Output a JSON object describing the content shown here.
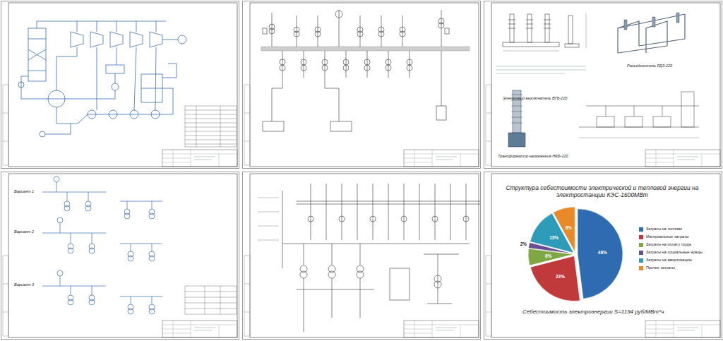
{
  "diagram": {
    "title": "Структура себестоимости электрической и тепловой энергии на электростанции КЭС-1600МВт",
    "caption": "Себестоимость электроэнергии S=1194 руб/МВт*ч",
    "labels": [
      "48%",
      "23%",
      "6%",
      "2%",
      "13%",
      "8%",
      "Вариант 1",
      "Вариант 2",
      "Вариант 3",
      "Элегазовый выключатель ВГБ-220",
      "Разъединитель РДЗ-220",
      "Трансформатор напряжения НКФ-220"
    ],
    "legend": [
      {
        "text": "Затраты на топливо",
        "color": "#2e6bb0"
      },
      {
        "text": "Материальные затраты",
        "color": "#c0393b"
      },
      {
        "text": "Затраты на оплату труда",
        "color": "#7fa845"
      },
      {
        "text": "Затраты на социальные нужды",
        "color": "#6a4c93"
      },
      {
        "text": "Затраты на амортизацию",
        "color": "#2e9bb8"
      },
      {
        "text": "Прочие затраты",
        "color": "#e8892a"
      }
    ]
  }
}
